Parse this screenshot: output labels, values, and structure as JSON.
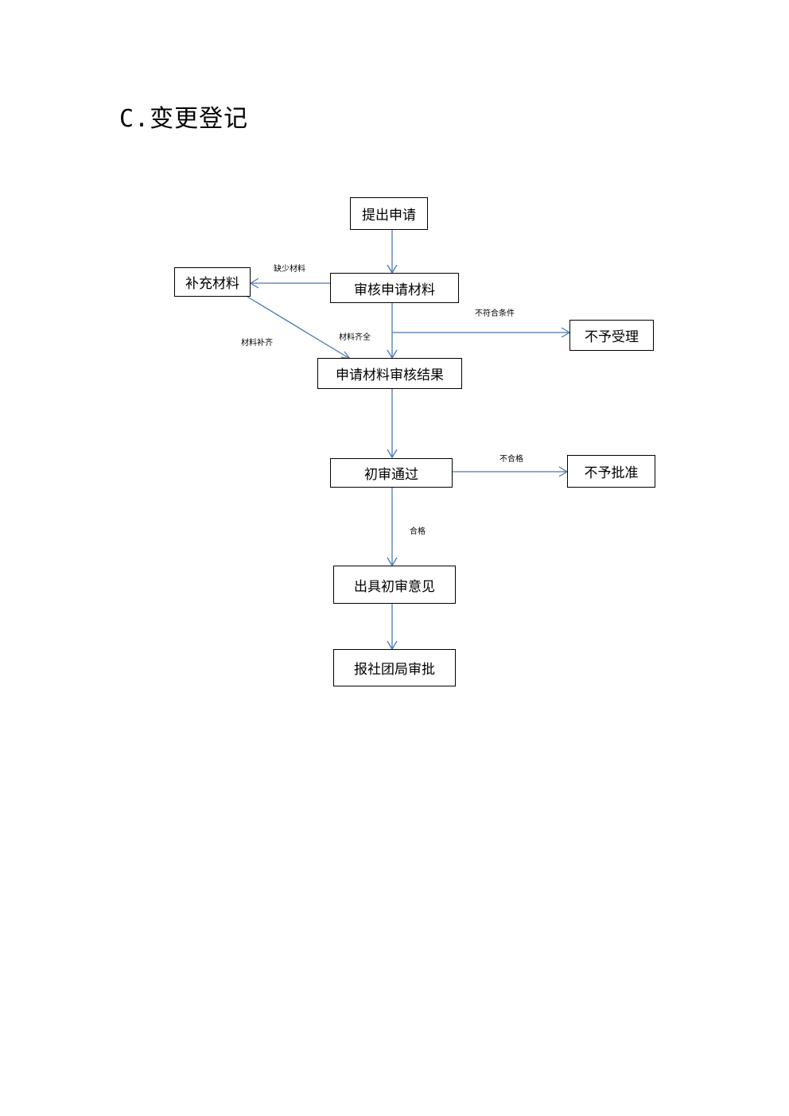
{
  "title": {
    "prefix": "C.",
    "text": "变更登记"
  },
  "nodes": {
    "submit": "提出申请",
    "review": "审核申请材料",
    "supplement": "补充材料",
    "reject_accept": "不予受理",
    "result": "申请材料审核结果",
    "pass": "初审通过",
    "reject_approve": "不予批准",
    "opinion": "出具初审意见",
    "report": "报社团局审批"
  },
  "edges": {
    "missing": "缺少材料",
    "supplemented": "材料补齐",
    "complete": "材料齐全",
    "not_eligible": "不符合条件",
    "unqualified": "不合格",
    "qualified": "合格"
  },
  "colors": {
    "arrow": "#4a78b5",
    "border": "#000000"
  }
}
